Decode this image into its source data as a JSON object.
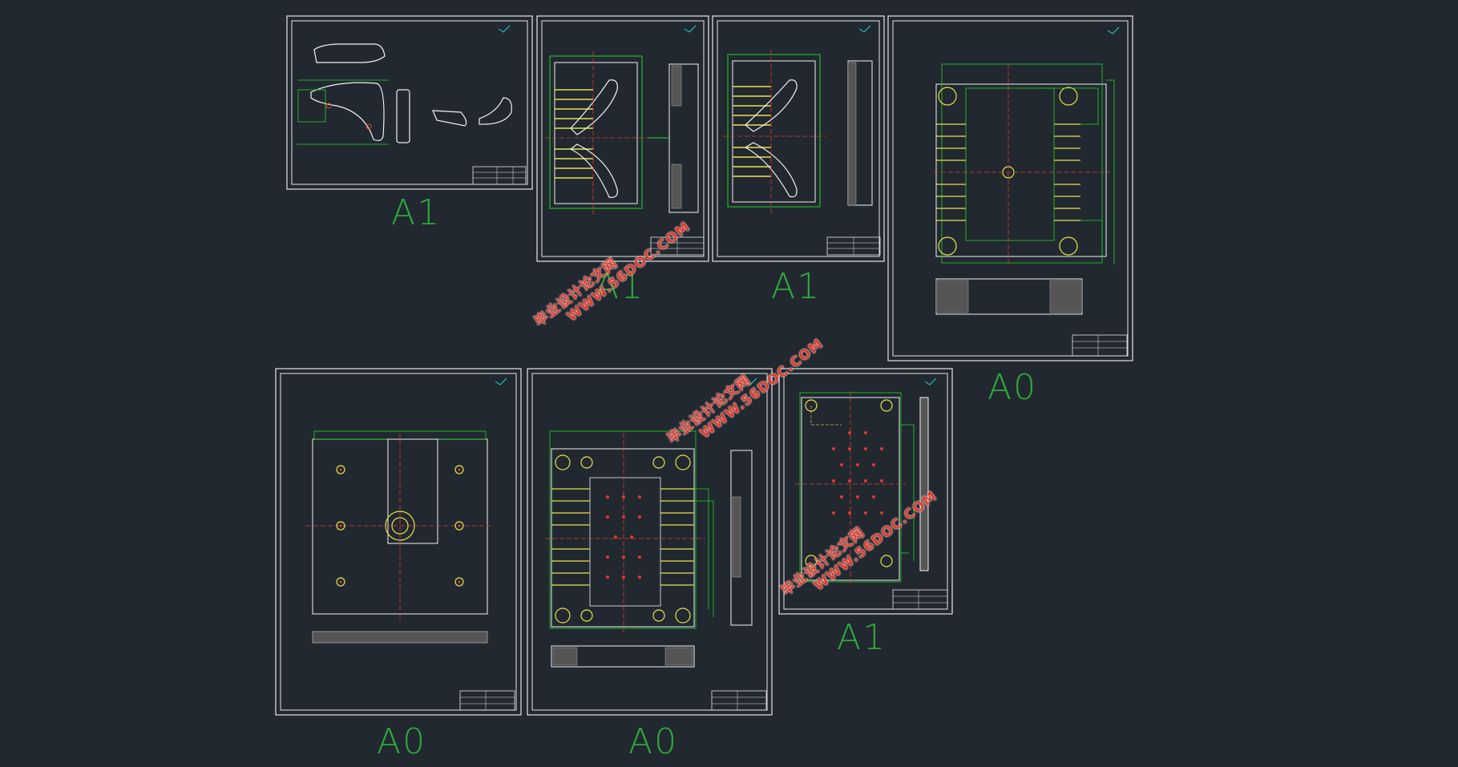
{
  "sheets": [
    {
      "id": "s1",
      "size_label": "A1"
    },
    {
      "id": "s2",
      "size_label": "A1"
    },
    {
      "id": "s3",
      "size_label": "A1"
    },
    {
      "id": "s4",
      "size_label": "A0"
    },
    {
      "id": "s5",
      "size_label": "A0"
    },
    {
      "id": "s6",
      "size_label": "A0"
    },
    {
      "id": "s7",
      "size_label": "A1"
    }
  ],
  "watermark": {
    "cn": "毕业设计论文网",
    "url": "WWW.56DOC.COM"
  },
  "colors": {
    "background": "#212830",
    "frame": "#e6e6e6",
    "dim": "#22d422",
    "part": "#f2f2f2",
    "center": "#e23b2b",
    "cooling": "#e8e24a",
    "label": "#2fa83a",
    "watermark": "#e23b2b"
  }
}
